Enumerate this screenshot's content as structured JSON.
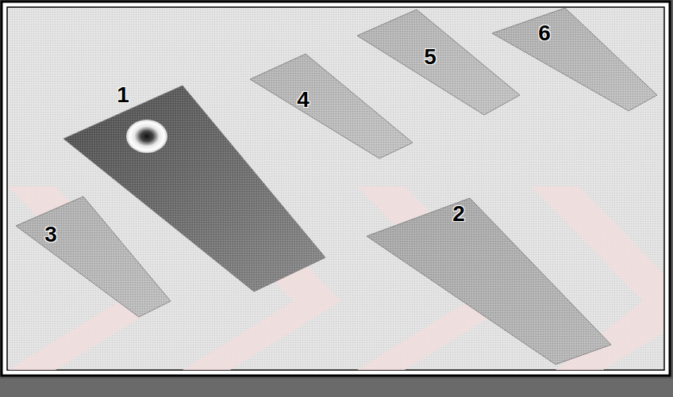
{
  "diagram": {
    "nodes": [
      {
        "text": [
          "1"
        ]
      },
      {
        "text": [
          "4"
        ]
      },
      {
        "text": [
          "5"
        ]
      },
      {
        "text": [
          "6"
        ]
      },
      {
        "text": [
          "3"
        ]
      },
      {
        "text": [
          "2"
        ]
      }
    ]
  }
}
